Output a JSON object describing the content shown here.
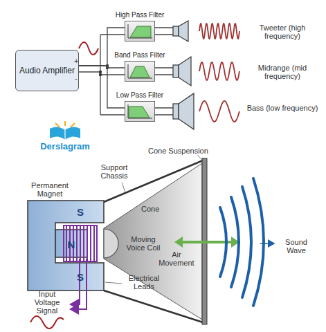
{
  "diagram": {
    "nodes": [
      {
        "text": [
          "Audio Amplifier"
        ]
      },
      {
        "text": [
          "High Pass Filter"
        ]
      },
      {
        "text": [
          "Band Pass Filter"
        ]
      },
      {
        "text": [
          "Low Pass Filter"
        ]
      }
    ],
    "edges": [
      {
        "from": 0,
        "to": 1,
        "arrow": "none"
      },
      {
        "from": 0,
        "to": 2,
        "arrow": "none"
      },
      {
        "from": 0,
        "to": 3,
        "arrow": "none"
      }
    ],
    "labels": [
      "+",
      "-",
      "Tweeter (high frequency)",
      "Midrange (mid frequency)",
      "Bass (low frequency)",
      "Derslagram",
      "Support Chassis",
      "Cone Suspension",
      "Permanent Magnet",
      "S",
      "N",
      "S",
      "Cone",
      "Moving Voice Coil",
      "Air Movement",
      "Sound Wave",
      "Electrical Leads",
      "Input Voltage Signal"
    ]
  }
}
